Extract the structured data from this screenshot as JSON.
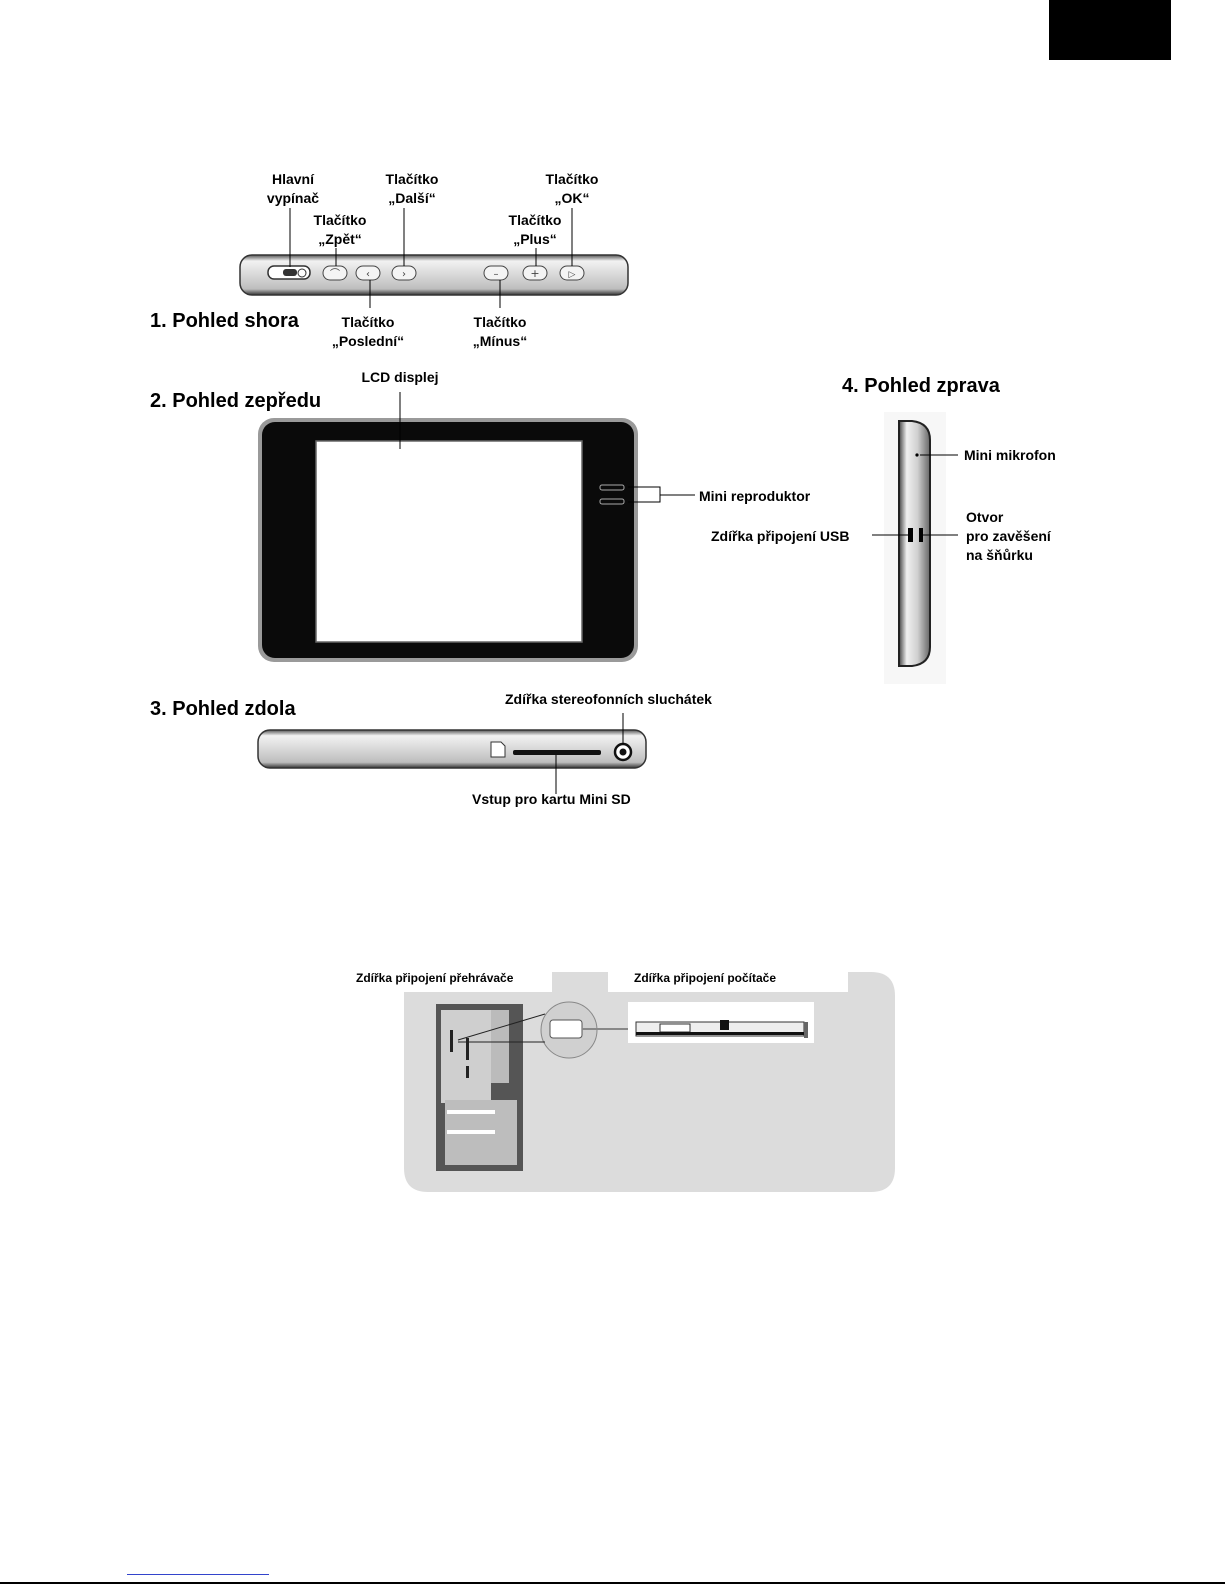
{
  "views": {
    "top": {
      "heading": "1. Pohled shora",
      "power": [
        "Hlavní",
        "vypínač"
      ],
      "back": [
        "Tlačítko",
        "„Zpět“"
      ],
      "next": [
        "Tlačítko",
        "„Další“"
      ],
      "last": [
        "Tlačítko",
        "„Poslední“"
      ],
      "minus": [
        "Tlačítko",
        "„Mínus“"
      ],
      "plus": [
        "Tlačítko",
        "„Plus“"
      ],
      "ok": [
        "Tlačítko",
        "„OK“"
      ]
    },
    "front": {
      "heading": "2. Pohled zepředu",
      "lcd": "LCD displej",
      "speaker": "Mini reproduktor"
    },
    "bottom": {
      "heading": "3. Pohled zdola",
      "headphone": "Zdířka stereofonních sluchátek",
      "sd": "Vstup pro kartu Mini SD"
    },
    "right": {
      "heading": "4. Pohled zprava",
      "mic": "Mini mikrofon",
      "usb": "Zdířka připojení USB",
      "strap": [
        "Otvor",
        "pro zavěšení",
        "na šňůrku"
      ]
    }
  },
  "connection": {
    "player_port": "Zdířka připojení přehrávače",
    "pc_port": "Zdířka připojení počítače"
  }
}
